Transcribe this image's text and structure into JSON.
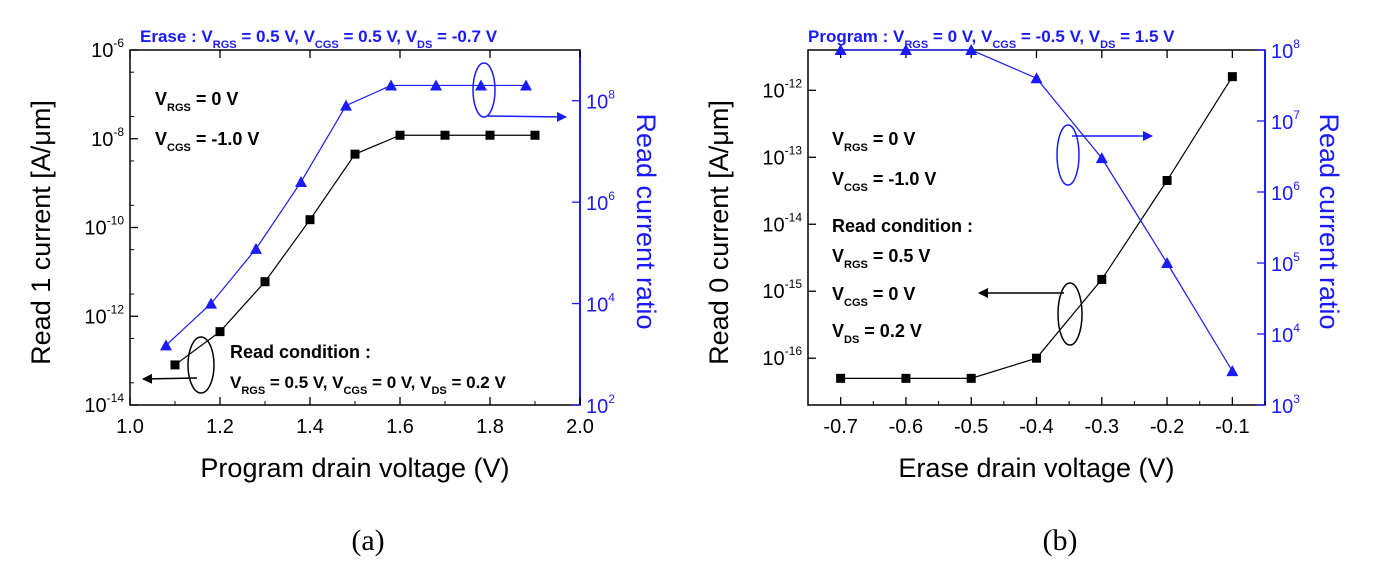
{
  "figure": {
    "panel_a_label": "(a)",
    "panel_b_label": "(b)"
  },
  "colors": {
    "black_series": "#000000",
    "blue_series": "#1a1aff"
  },
  "chart_data": [
    {
      "panel": "(a)",
      "type": "line",
      "xlabel": "Program drain voltage (V)",
      "ylabel": "Read 1 current [A/μm]",
      "ylabel2": "Read current ratio",
      "xlim": [
        1.0,
        2.0
      ],
      "xticks": [
        "1.0",
        "1.2",
        "1.4",
        "1.6",
        "1.8",
        "2.0"
      ],
      "ylim": [
        1e-14,
        1e-06
      ],
      "yscale": "log",
      "yticks": [
        {
          "base": "10",
          "exp": "-14"
        },
        {
          "base": "10",
          "exp": "-12"
        },
        {
          "base": "10",
          "exp": "-10"
        },
        {
          "base": "10",
          "exp": "-8"
        },
        {
          "base": "10",
          "exp": "-6"
        }
      ],
      "y2lim": [
        100,
        1000000000.0
      ],
      "y2scale": "log",
      "y2ticks": [
        {
          "base": "10",
          "exp": "2"
        },
        {
          "base": "10",
          "exp": "4"
        },
        {
          "base": "10",
          "exp": "6"
        },
        {
          "base": "10",
          "exp": "8"
        }
      ],
      "top_title": {
        "prefix": "Erase : V",
        "parts": [
          {
            "sub": "RGS",
            "text": " = 0.5 V, V"
          },
          {
            "sub": "CGS",
            "text": " = 0.5 V, V"
          },
          {
            "sub": "DS",
            "text": " = -0.7 V"
          }
        ]
      },
      "annotations": {
        "vrgs": {
          "main": "V",
          "sub": "RGS",
          "rest": " = 0 V"
        },
        "vcgs": {
          "main": "V",
          "sub": "CGS",
          "rest": " = -1.0 V"
        },
        "read_condition_title": "Read condition :",
        "read_condition": {
          "prefix": "V",
          "parts": [
            {
              "sub": "RGS",
              "text": " = 0.5 V, V"
            },
            {
              "sub": "CGS",
              "text": " = 0 V, V"
            },
            {
              "sub": "DS",
              "text": " = 0.2 V"
            }
          ]
        }
      },
      "series": [
        {
          "axis": "left",
          "marker": "square",
          "x": [
            1.1,
            1.2,
            1.3,
            1.4,
            1.5,
            1.6,
            1.7,
            1.8,
            1.9
          ],
          "y": [
            8e-14,
            4.5e-13,
            6e-12,
            1.5e-10,
            4.5e-09,
            1.2e-08,
            1.2e-08,
            1.2e-08,
            1.2e-08
          ]
        },
        {
          "axis": "right",
          "marker": "triangle",
          "x": [
            1.08,
            1.18,
            1.28,
            1.38,
            1.48,
            1.58,
            1.68,
            1.78,
            1.88
          ],
          "y": [
            1500,
            10000,
            120000,
            2500000,
            80000000.0,
            200000000.0,
            200000000.0,
            200000000.0,
            200000000.0
          ]
        }
      ]
    },
    {
      "panel": "(b)",
      "type": "line",
      "xlabel": "Erase drain voltage (V)",
      "ylabel": "Read 0 current [A/μm]",
      "ylabel2": "Read current ratio",
      "xlim": [
        -0.75,
        -0.05
      ],
      "xticks": [
        "-0.7",
        "-0.6",
        "-0.5",
        "-0.4",
        "-0.3",
        "-0.2",
        "-0.1"
      ],
      "xtick_values": [
        -0.7,
        -0.6,
        -0.5,
        -0.4,
        -0.3,
        -0.2,
        -0.1
      ],
      "ylim": [
        2e-17,
        4e-12
      ],
      "yscale": "log",
      "yticks": [
        {
          "base": "10",
          "exp": "-16",
          "value": 1e-16
        },
        {
          "base": "10",
          "exp": "-15",
          "value": 1e-15
        },
        {
          "base": "10",
          "exp": "-14",
          "value": 1e-14
        },
        {
          "base": "10",
          "exp": "-13",
          "value": 1e-13
        },
        {
          "base": "10",
          "exp": "-12",
          "value": 1e-12
        }
      ],
      "y2lim": [
        1000,
        100000000.0
      ],
      "y2scale": "log",
      "y2ticks": [
        {
          "base": "10",
          "exp": "3"
        },
        {
          "base": "10",
          "exp": "4"
        },
        {
          "base": "10",
          "exp": "5"
        },
        {
          "base": "10",
          "exp": "6"
        },
        {
          "base": "10",
          "exp": "7"
        },
        {
          "base": "10",
          "exp": "8"
        }
      ],
      "top_title": {
        "prefix": "Program : V",
        "parts": [
          {
            "sub": "RGS",
            "text": " = 0 V, V"
          },
          {
            "sub": "CGS",
            "text": " = -0.5 V, V"
          },
          {
            "sub": "DS",
            "text": " = 1.5 V"
          }
        ]
      },
      "annotations": {
        "vrgs": {
          "main": "V",
          "sub": "RGS",
          "rest": " = 0 V"
        },
        "vcgs": {
          "main": "V",
          "sub": "CGS",
          "rest": " = -1.0 V"
        },
        "read_condition_title": "Read condition :",
        "rc_vrgs": {
          "main": "V",
          "sub": "RGS",
          "rest": " = 0.5 V"
        },
        "rc_vcgs": {
          "main": "V",
          "sub": "CGS",
          "rest": " = 0 V"
        },
        "rc_vds": {
          "main": "V",
          "sub": "DS",
          "rest": " = 0.2 V"
        }
      },
      "series": [
        {
          "axis": "left",
          "marker": "square",
          "x": [
            -0.7,
            -0.6,
            -0.5,
            -0.4,
            -0.3,
            -0.2,
            -0.1
          ],
          "y": [
            5e-17,
            5e-17,
            5e-17,
            1e-16,
            1.5e-15,
            4.5e-14,
            1.6e-12
          ]
        },
        {
          "axis": "right",
          "marker": "triangle",
          "x": [
            -0.7,
            -0.6,
            -0.5,
            -0.4,
            -0.3,
            -0.2,
            -0.1
          ],
          "y": [
            100000000.0,
            100000000.0,
            100000000.0,
            40000000.0,
            3000000.0,
            100000.0,
            3000
          ]
        }
      ]
    }
  ]
}
